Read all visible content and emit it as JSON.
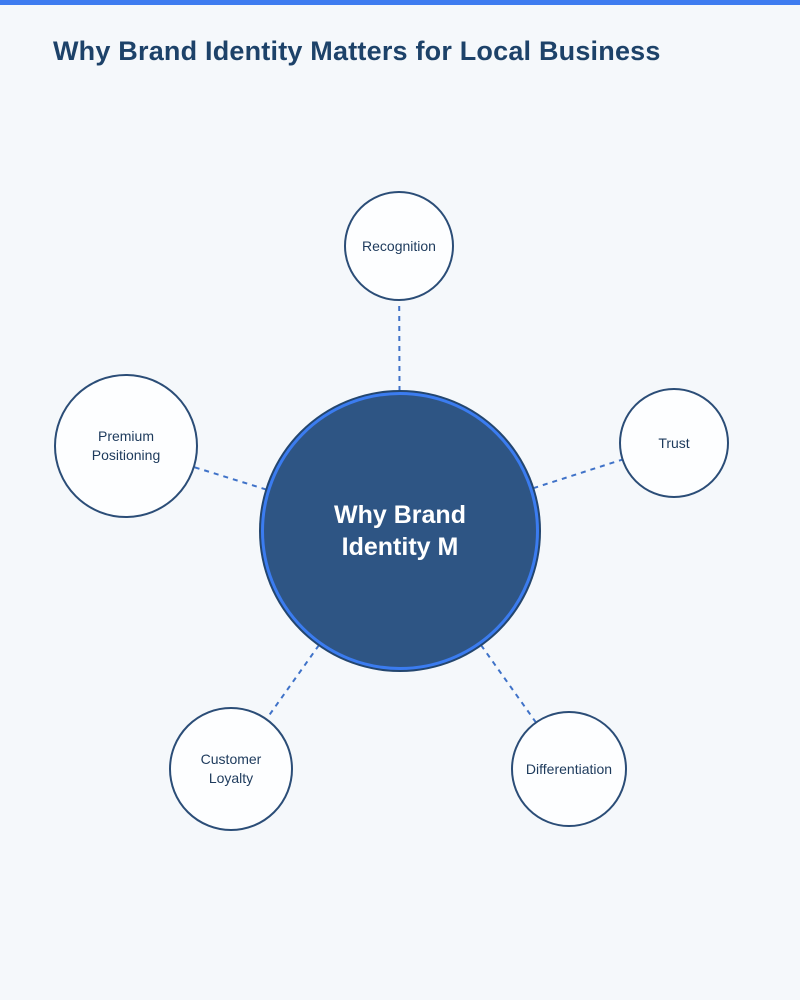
{
  "page": {
    "title": "Why Brand Identity Matters for Local Business",
    "background_color": "#f5f8fb",
    "top_strip_color": "#3e7cf0",
    "title_color": "#1d4269"
  },
  "diagram": {
    "center_node": {
      "label": "Why Brand Identity M",
      "fill_color": "#2e5584",
      "ring_color": "#3b7cf0",
      "edge_color": "#24466e",
      "text_color": "#ffffff",
      "selected": true
    },
    "nodes": [
      {
        "id": "recognition",
        "label": "Recognition"
      },
      {
        "id": "trust",
        "label": "Trust"
      },
      {
        "id": "premium-positioning",
        "label": "Premium Positioning"
      },
      {
        "id": "customer-loyalty",
        "label": "Customer Loyalty"
      },
      {
        "id": "differentiation",
        "label": "Differentiation"
      }
    ],
    "connector": {
      "color": "#3f72c8",
      "style": "dashed"
    },
    "node_style": {
      "border_color": "#2b4d77",
      "fill_color": "#fdfeff",
      "text_color": "#1d3a5c"
    }
  }
}
